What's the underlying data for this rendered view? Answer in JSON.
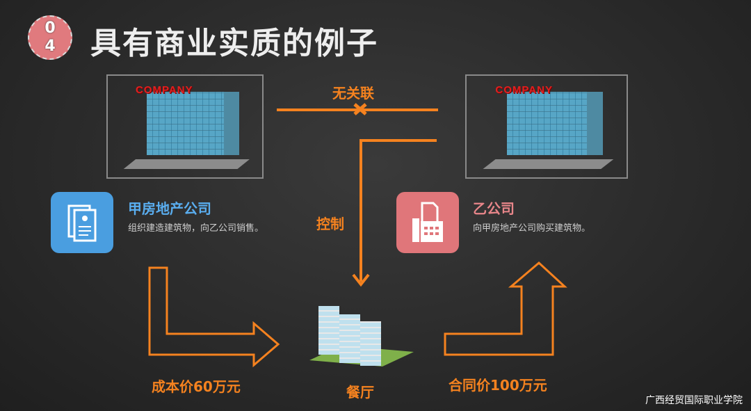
{
  "slide": {
    "number_top": "0",
    "number_bottom": "4",
    "title": "具有商业实质的例子"
  },
  "buildings": {
    "left_sign": "COMPANY",
    "right_sign": "COMPANY"
  },
  "relations": {
    "no_relation": "无关联",
    "control": "控制"
  },
  "company_a": {
    "name": "甲房地产公司",
    "desc": "组织建造建筑物，向乙公司销售。",
    "icon": "document-icon",
    "color": "#4a9ee0"
  },
  "company_b": {
    "name": "乙公司",
    "desc": "向甲房地产公司购买建筑物。",
    "icon": "fax-icon",
    "color": "#e0767a"
  },
  "restaurant": {
    "label": "餐厅"
  },
  "prices": {
    "cost": "成本价60万元",
    "contract": "合同价100万元"
  },
  "watermark": "广西经贸国际职业学院",
  "colors": {
    "accent": "#f5821f"
  }
}
